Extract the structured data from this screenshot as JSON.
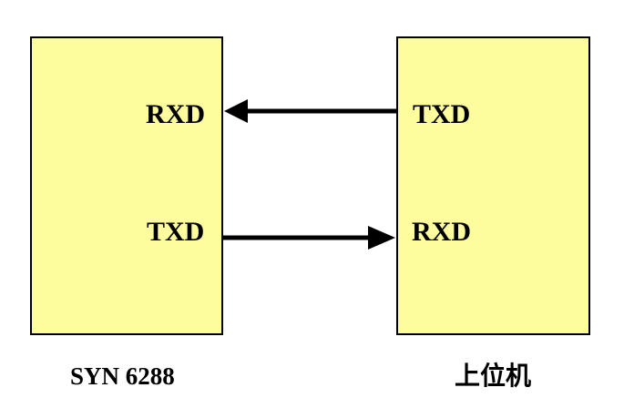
{
  "diagram": {
    "type": "block-connection-diagram",
    "boxes": {
      "left": {
        "caption": "SYN 6288",
        "port_top": "RXD",
        "port_bottom": "TXD"
      },
      "right": {
        "caption": "上位机",
        "port_top": "TXD",
        "port_bottom": "RXD"
      }
    },
    "connections": [
      {
        "from": "上位机.TXD",
        "to": "SYN 6288.RXD",
        "direction": "right-to-left"
      },
      {
        "from": "SYN 6288.TXD",
        "to": "上位机.RXD",
        "direction": "left-to-right"
      }
    ],
    "colors": {
      "box_fill": "#fdfd9e",
      "box_border": "#000000",
      "arrow": "#000000",
      "background": "#ffffff",
      "text": "#000000"
    }
  }
}
